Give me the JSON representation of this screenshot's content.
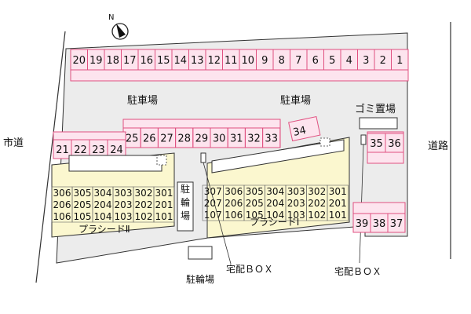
{
  "map": {
    "roads": {
      "city_road_left": "市道",
      "road_right": "道路"
    },
    "labels": {
      "parking_1": "駐車場",
      "parking_2": "駐車場",
      "garbage": "ゴミ置場",
      "bike_vertical": "駐輪場",
      "bike_bottom": "駐輪場",
      "delivery_box_1": "宅配ＢＯＸ",
      "delivery_box_2": "宅配ＢＯＸ"
    },
    "parking_top_row": [
      "20",
      "19",
      "18",
      "17",
      "16",
      "15",
      "14",
      "13",
      "12",
      "11",
      "10",
      "9",
      "8",
      "7",
      "6",
      "5",
      "4",
      "3",
      "2",
      "1"
    ],
    "parking_middle_row": [
      "25",
      "26",
      "27",
      "28",
      "29",
      "30",
      "31",
      "32",
      "33"
    ],
    "parking_left_row": [
      "21",
      "22",
      "23",
      "24"
    ],
    "parking_34": "34",
    "parking_right_upper": [
      "35",
      "36"
    ],
    "parking_right_lower": [
      "39",
      "38",
      "37"
    ],
    "building_2": {
      "name": "プラシードⅡ",
      "units": [
        [
          "306",
          "305",
          "304",
          "303",
          "302",
          "301"
        ],
        [
          "206",
          "205",
          "204",
          "203",
          "202",
          "201"
        ],
        [
          "106",
          "105",
          "104",
          "103",
          "102",
          "101"
        ]
      ]
    },
    "building_1": {
      "name": "プラシードⅠ",
      "units": [
        [
          "307",
          "306",
          "305",
          "304",
          "303",
          "302",
          "301"
        ],
        [
          "207",
          "206",
          "205",
          "204",
          "203",
          "202",
          "201"
        ],
        [
          "107",
          "106",
          "105",
          "104",
          "103",
          "102",
          "101"
        ]
      ]
    },
    "colors": {
      "parking_fill": "#fde4ee",
      "parking_stroke": "#e05080",
      "building_fill": "#fbf7cf",
      "lot_fill": "#ececec",
      "outline": "#333333"
    },
    "north_arrow": "N"
  }
}
